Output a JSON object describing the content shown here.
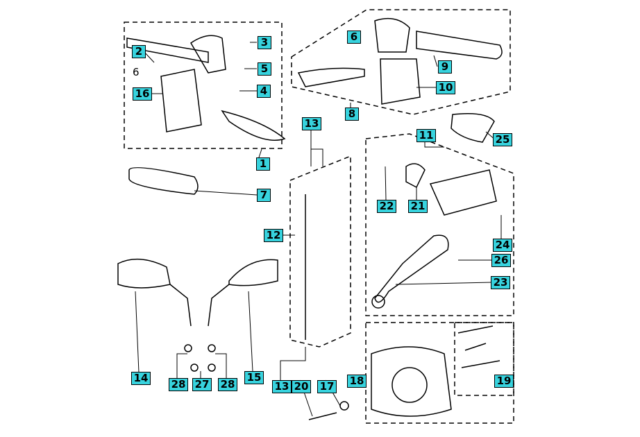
{
  "colors": {
    "label_fill": "#37d3de",
    "line": "#000000"
  },
  "labels": {
    "l1": "1",
    "l2": "2",
    "l3": "3",
    "l4": "4",
    "l5": "5",
    "l6a": "6",
    "l6b": "6",
    "l7": "7",
    "l8": "8",
    "l9": "9",
    "l10": "10",
    "l11": "11",
    "l12": "12",
    "l13a": "13",
    "l13b": "13",
    "l14": "14",
    "l15": "15",
    "l16": "16",
    "l17": "17",
    "l18": "18",
    "l19": "19",
    "l20": "20",
    "l21": "21",
    "l22": "22",
    "l23": "23",
    "l24": "24",
    "l25": "25",
    "l26": "26",
    "l27": "27",
    "l28a": "28",
    "l28b": "28"
  }
}
